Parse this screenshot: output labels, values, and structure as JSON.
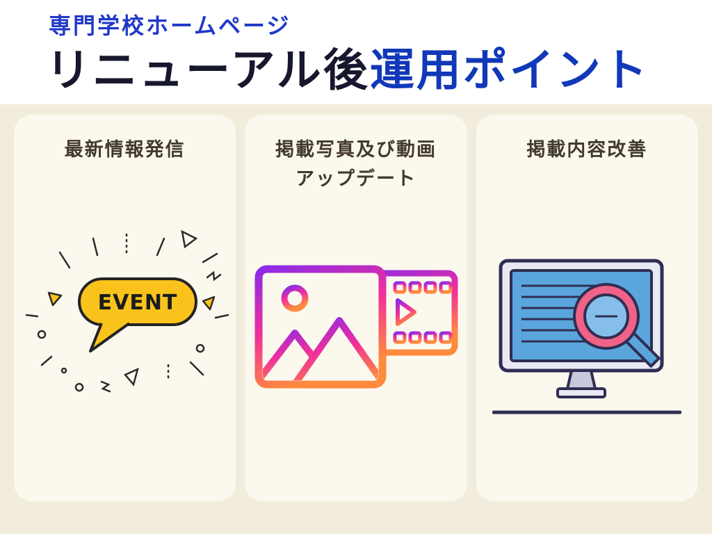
{
  "header": {
    "subtitle": "専門学校ホームページ",
    "title_dark": "リニューアル後",
    "title_accent": "運用ポイント"
  },
  "cards": [
    {
      "heading": "最新情報発信",
      "icon": "event-burst-icon",
      "icon_label": "EVENT"
    },
    {
      "heading_line1": "掲載写真及び動画",
      "heading_line2": "アップデート",
      "icon": "photo-video-icon"
    },
    {
      "heading": "掲載内容改善",
      "icon": "monitor-search-icon"
    }
  ],
  "colors": {
    "background": "#f2ecdc",
    "card": "#fbf8ee",
    "title_dark": "#17172e",
    "title_blue": "#1138b8",
    "subtitle_blue": "#2038c8",
    "heading_text": "#433a2c",
    "event_yellow": "#f9c31c",
    "media_gradient_start": "#8a2be8",
    "media_gradient_mid": "#f12e9b",
    "media_gradient_end": "#ff8b3d",
    "monitor_outline": "#2f2e52",
    "monitor_screen": "#5ba5dd",
    "magnifier_ring": "#f06287",
    "magnifier_handle": "#5ba5dd"
  }
}
